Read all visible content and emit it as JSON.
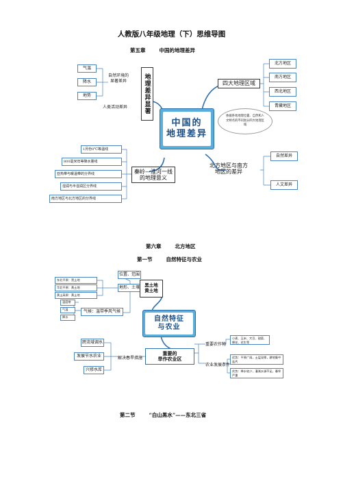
{
  "doc": {
    "title": "人教版八年级地理（下）思维导图"
  },
  "ch5": {
    "chapter": "第五章",
    "chapter_title": "中国的地理差异",
    "center": [
      "中国的",
      "地理差异"
    ],
    "left_branch": "地理差异显著",
    "left_sub_natural": [
      "自然环境的",
      "显著差异"
    ],
    "left_leaves": [
      "气温",
      "降水",
      "地势"
    ],
    "left_sub_human": "人类活动差异",
    "right_top_branch": "四大地理区域",
    "regions": [
      "北方地区",
      "南方地区",
      "西北地区",
      "青藏地区"
    ],
    "note": "依据各地地理位置、自然和人文特点的不同划分四大地理区域",
    "bottom_left_branch": [
      "秦岭—淮河一线",
      "的地理意义"
    ],
    "qinling_items": [
      "1月份0℃等温线",
      "800毫米年等降水量线",
      "亚热带与暖温带的分界线",
      "湿润与半湿润区分界线",
      "南方地区与北方地区的分界线"
    ],
    "bottom_right_branch": [
      "北方地区与南方",
      "地区的差异"
    ],
    "ns_items": [
      "自然差异",
      "人文差异"
    ]
  },
  "ch6": {
    "chapter": "第六章",
    "chapter_title": "北方地区",
    "section": "第一节",
    "section_title": "自然特征与农业",
    "center": [
      "自然特征",
      "与农业"
    ],
    "heiland": [
      "黑土地",
      "黄土地"
    ],
    "loc_box": "位置、范围",
    "terrain_box": "地形、土壤",
    "terrain_items": [
      "东北平原：黑土地",
      "华北平原：黄土地",
      "黄土高原：黄土地"
    ],
    "climate_box": "气候：温带季风气候",
    "climate_items": [
      "温度带",
      "气温",
      "降水"
    ],
    "farm_branch": [
      "重要的",
      "旱作农业区"
    ],
    "crops_box": "重要农作物",
    "crops_note": "小麦、玉米、大豆、甜菜、棉花、花生等",
    "cond_box": "农业发展条件",
    "cond_notes": [
      "优势：平原广阔，土层深厚，耕地集中连片",
      "劣势：降水较少，灌溉水源不足，春旱严重"
    ],
    "measures_box": "解决春旱措施",
    "measures_items": [
      "跨流域调水",
      "发展节水农业",
      "兴修水库"
    ]
  },
  "sec2": {
    "section": "第二节",
    "section_title": "“白山黑水”——东北三省"
  }
}
